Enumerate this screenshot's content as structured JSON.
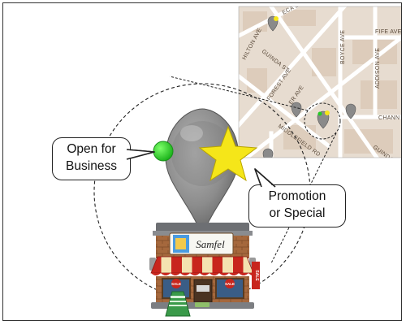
{
  "callouts": {
    "open": {
      "line1": "Open for",
      "line2": "Business"
    },
    "promo": {
      "line1": "Promotion",
      "line2": "or Special"
    }
  },
  "store": {
    "sign": "Samfel",
    "window_badge_left": "SALE",
    "window_badge_right": "SALE",
    "side_banner": "SALE"
  },
  "map": {
    "streets": [
      "ECA ST",
      "FIFE AVE",
      "BOYCE AVE",
      "ADDISON AVE",
      "HILTON AVE",
      "GUINDA ST",
      "FOREST AVE",
      "CHANN",
      "MIDDLEFIELD RD",
      "ER AVE",
      "GUINDA"
    ]
  },
  "colors": {
    "status_green": "#22cc22",
    "promo_star": "#f5e619",
    "pin_gray": "#8a8a8a",
    "map_bg": "#e7dcd0",
    "map_road": "#ffffff"
  }
}
